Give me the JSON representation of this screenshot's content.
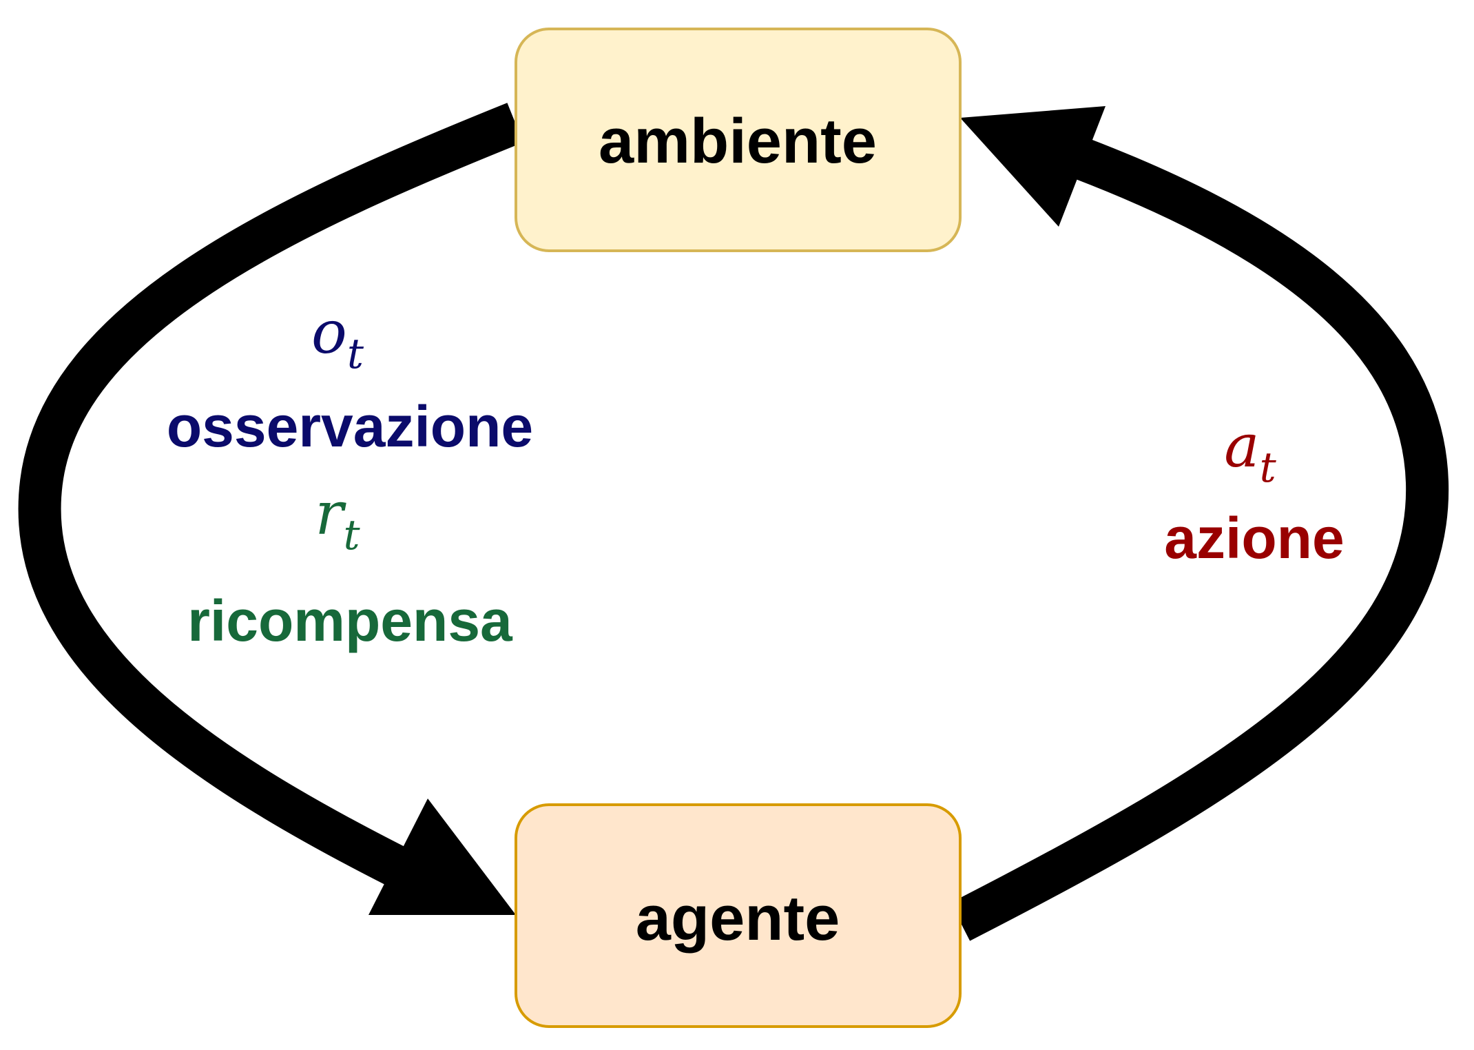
{
  "nodes": {
    "environment": {
      "label": "ambiente",
      "fill": "#fff2cc",
      "stroke": "#d6b656"
    },
    "agent": {
      "label": "agente",
      "fill": "#ffe6cc",
      "stroke": "#d79b00"
    }
  },
  "edges": {
    "observation": {
      "symbol": "o",
      "subscript": "t",
      "label": "osservazione",
      "color": "#0b0b6b"
    },
    "reward": {
      "symbol": "r",
      "subscript": "t",
      "label": "ricompensa",
      "color": "#17693a"
    },
    "action": {
      "symbol": "a",
      "subscript": "t",
      "label": "azione",
      "color": "#990000"
    }
  }
}
